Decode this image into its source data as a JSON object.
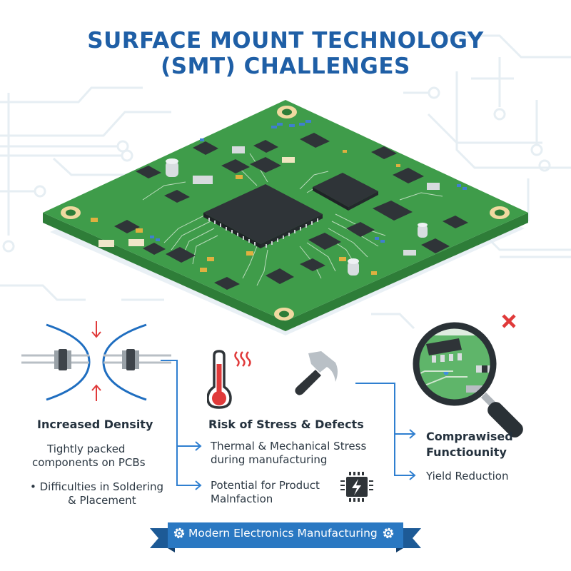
{
  "title": {
    "line1": "SURFACE MOUNT TECHNOLOGY",
    "line2": "(SMT) CHALLENGES"
  },
  "illustration": {
    "name": "isometric-pcb-board",
    "colors": {
      "board": "#3f9c4a",
      "board_edge": "#2e7d38",
      "pad_ring": "#f0d9a0",
      "chip": "#2f3438",
      "trace": "#d8ead8"
    }
  },
  "sections": [
    {
      "id": "density",
      "icon": "compressed-components-icon",
      "heading": "Increased Density",
      "lines": [
        "Tightly packed",
        "components on PCBs"
      ],
      "bullet": "• Difficulties in Soldering",
      "bullet_cont": "& Placement"
    },
    {
      "id": "stress",
      "icons": [
        "thermometer-icon",
        "hammer-icon"
      ],
      "heading": "Risk of Stress & Defects",
      "items": [
        {
          "line1": "Thermal & Mechanical Stress",
          "line2": "during manufacturing"
        },
        {
          "line1": "Potential for Product",
          "line2": "Malnfaction"
        }
      ],
      "chip_icon": "damaged-chip-icon"
    },
    {
      "id": "outcome",
      "icon": "magnifier-icon",
      "heading_line1": "Comprawised",
      "heading_line2": "Functiounity",
      "item": "Yield Reduction"
    }
  ],
  "banner": {
    "label": "Modern Electronics Manufacturing",
    "icon": "gear-icon"
  },
  "colors": {
    "title": "#1f5fa6",
    "connector": "#2f7fd0",
    "banner": "#2a78c2",
    "banner_dark": "#1d5a96",
    "alert_red": "#e03a3a",
    "text_dark": "#24313d"
  }
}
